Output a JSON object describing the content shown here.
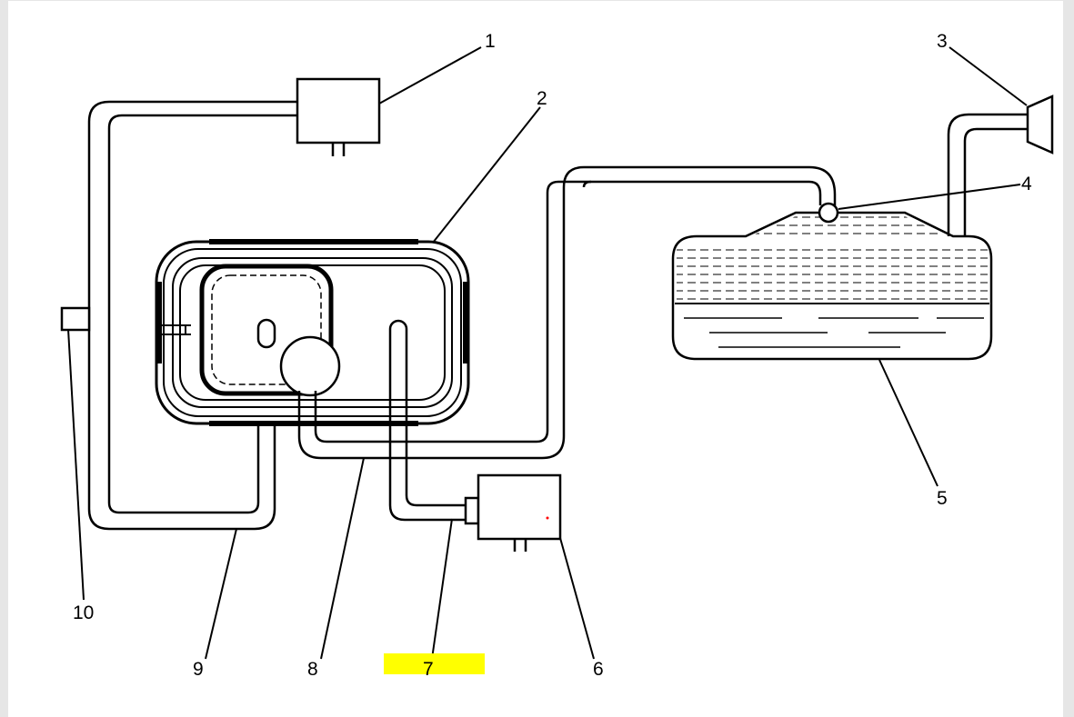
{
  "diagram": {
    "callouts": [
      "1",
      "2",
      "3",
      "4",
      "5",
      "6",
      "7",
      "8",
      "9",
      "10"
    ],
    "highlighted_callout": "7",
    "colors": {
      "line": "#000000",
      "background": "#ffffff",
      "highlight": "#ffff00",
      "dot": "#ff0000",
      "border": "#e6e6e6"
    }
  }
}
